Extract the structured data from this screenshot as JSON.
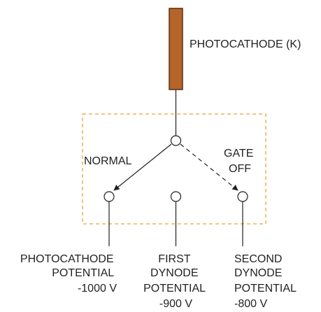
{
  "labels": {
    "photocathode": "PHOTOCATHODE (K)",
    "normal": "NORMAL",
    "gate_off_line1": "GATE",
    "gate_off_line2": "OFF",
    "terminal_left": [
      "PHOTOCATHODE",
      "POTENTIAL",
      "-1000 V"
    ],
    "terminal_center": [
      "FIRST",
      "DYNODE",
      "POTENTIAL",
      "-900 V"
    ],
    "terminal_right": [
      "SECOND",
      "DYNODE",
      "POTENTIAL",
      "-800 V"
    ]
  },
  "colors": {
    "photocathode_fill": "#b5652a",
    "photocathode_stroke": "#5a2f0e",
    "gate_box_dash": "#f0a030",
    "line": "#231f20"
  }
}
